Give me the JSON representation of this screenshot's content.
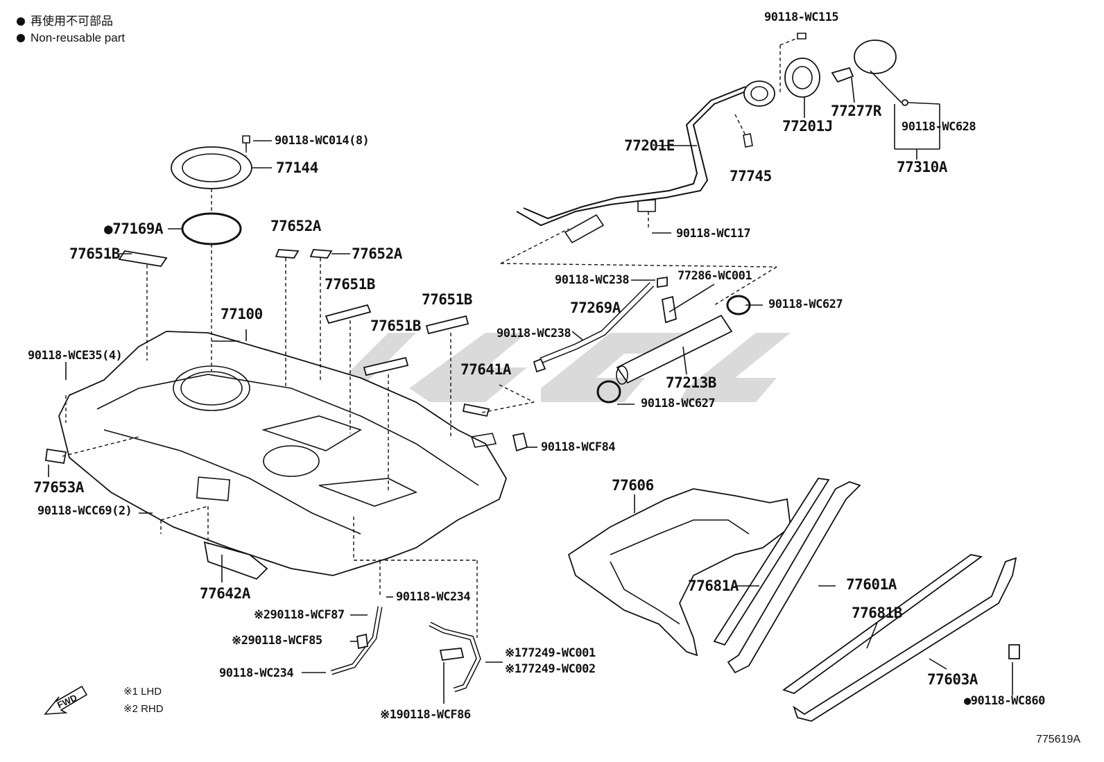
{
  "legend": {
    "reuse_jp": "再使用不可部品",
    "reuse_en": "Non-reusable part"
  },
  "notes": {
    "lhd": "※1 LHD",
    "rhd": "※2 RHD",
    "fwd": "FWD"
  },
  "figure_code": "775619A",
  "labels": {
    "l_90118_wc115": "90118-WC115",
    "l_77201j": "77201J",
    "l_77277r": "77277R",
    "l_90118_wc628": "90118-WC628",
    "l_77310a": "77310A",
    "l_77201e": "77201E",
    "l_77745": "77745",
    "l_90118_wc117": "90118-WC117",
    "l_90118_wc014": "90118-WC014(8)",
    "l_77144": "77144",
    "l_77169a": "●77169A",
    "l_77652a_1": "77652A",
    "l_77652a_2": "77652A",
    "l_77651b_1": "77651B",
    "l_77651b_2": "77651B",
    "l_77651b_3": "77651B",
    "l_77651b_4": "77651B",
    "l_77100": "77100",
    "l_90118_wc238_1": "90118-WC238",
    "l_77286_wc001": "77286-WC001",
    "l_90118_wc627_1": "90118-WC627",
    "l_77269a": "77269A",
    "l_90118_wc238_2": "90118-WC238",
    "l_77213b": "77213B",
    "l_90118_wc627_2": "90118-WC627",
    "l_77641a": "77641A",
    "l_90118_wce35": "90118-WCE35(4)",
    "l_90118_wcf84": "90118-WCF84",
    "l_77653a": "77653A",
    "l_90118_wcc69": "90118-WCC69(2)",
    "l_77606": "77606",
    "l_77642a": "77642A",
    "l_90118_wc234_1": "90118-WC234",
    "l_90118_wcf87": "※290118-WCF87",
    "l_90118_wcf85": "※290118-WCF85",
    "l_90118_wc234_2": "90118-WC234",
    "l_77249_wc001": "※177249-WC001",
    "l_77249_wc002": "※177249-WC002",
    "l_90118_wcf86": "※190118-WCF86",
    "l_77681a": "77681A",
    "l_77601a": "77601A",
    "l_77681b": "77681B",
    "l_77603a": "77603A",
    "l_90118_wc860": "●90118-WC860"
  }
}
